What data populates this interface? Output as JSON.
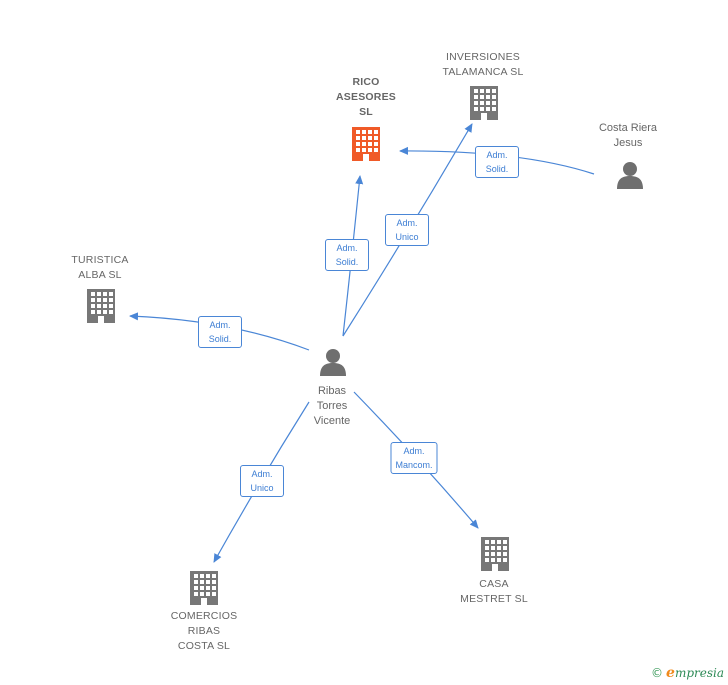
{
  "colors": {
    "edge": "#4a86d6",
    "company_icon": "#777777",
    "focus_company_icon": "#f05a28",
    "person_icon": "#6f6f6f",
    "label_text": "#666666"
  },
  "nodes": {
    "rico": {
      "label": "RICO\nASESORES\nSL",
      "kind": "company",
      "focus": true
    },
    "inversiones": {
      "label": "INVERSIONES\nTALAMANCA SL",
      "kind": "company"
    },
    "costa_riera": {
      "label": "Costa Riera\nJesus",
      "kind": "person"
    },
    "turistica": {
      "label": "TURISTICA\nALBA  SL",
      "kind": "company"
    },
    "ribas": {
      "label": "Ribas\nTorres\nVicente",
      "kind": "person"
    },
    "comercios": {
      "label": "COMERCIOS\nRIBAS\nCOSTA  SL",
      "kind": "company"
    },
    "casa": {
      "label": "CASA\nMESTRET  SL",
      "kind": "company"
    }
  },
  "edges": {
    "ribas_rico": {
      "label": "Adm.\nSolid."
    },
    "ribas_inversiones": {
      "label": "Adm.\nUnico"
    },
    "costa_rico": {
      "label": "Adm.\nSolid."
    },
    "ribas_turistica": {
      "label": "Adm.\nSolid."
    },
    "ribas_comercios": {
      "label": "Adm.\nUnico"
    },
    "ribas_casa": {
      "label": "Adm.\nMancom."
    }
  },
  "footer": {
    "copyright_symbol": "©",
    "brand_initial": "e",
    "brand_rest": "mpresia"
  }
}
